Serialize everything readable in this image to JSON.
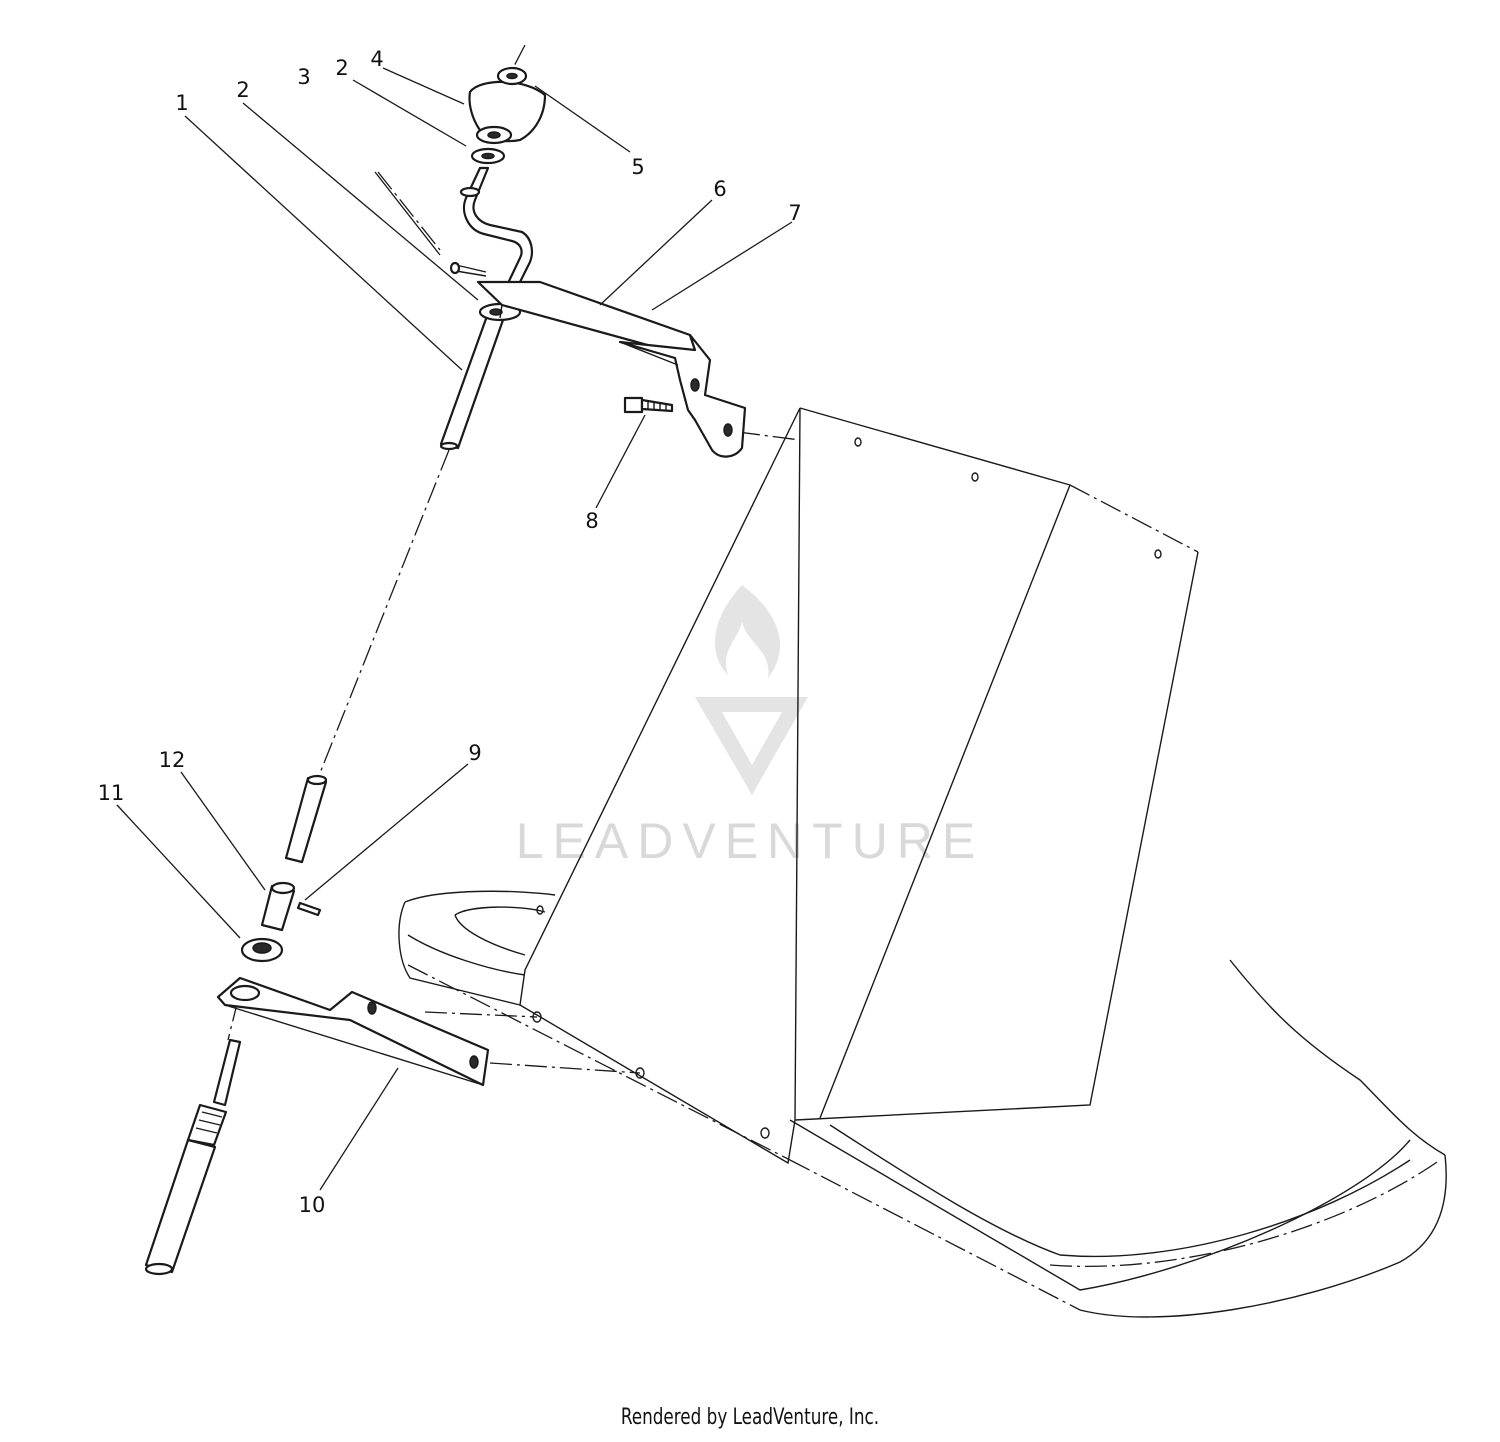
{
  "callouts": [
    {
      "id": "c1",
      "label": "1"
    },
    {
      "id": "c2a",
      "label": "2"
    },
    {
      "id": "c3",
      "label": "3"
    },
    {
      "id": "c2b",
      "label": "2"
    },
    {
      "id": "c4",
      "label": "4"
    },
    {
      "id": "c5",
      "label": "5"
    },
    {
      "id": "c6",
      "label": "6"
    },
    {
      "id": "c7",
      "label": "7"
    },
    {
      "id": "c8",
      "label": "8"
    },
    {
      "id": "c9",
      "label": "9"
    },
    {
      "id": "c10",
      "label": "10"
    },
    {
      "id": "c11",
      "label": "11"
    },
    {
      "id": "c12",
      "label": "12"
    }
  ],
  "watermark": {
    "text": "LEADVENTURE"
  },
  "footer": {
    "text": "Rendered by LeadVenture, Inc."
  }
}
